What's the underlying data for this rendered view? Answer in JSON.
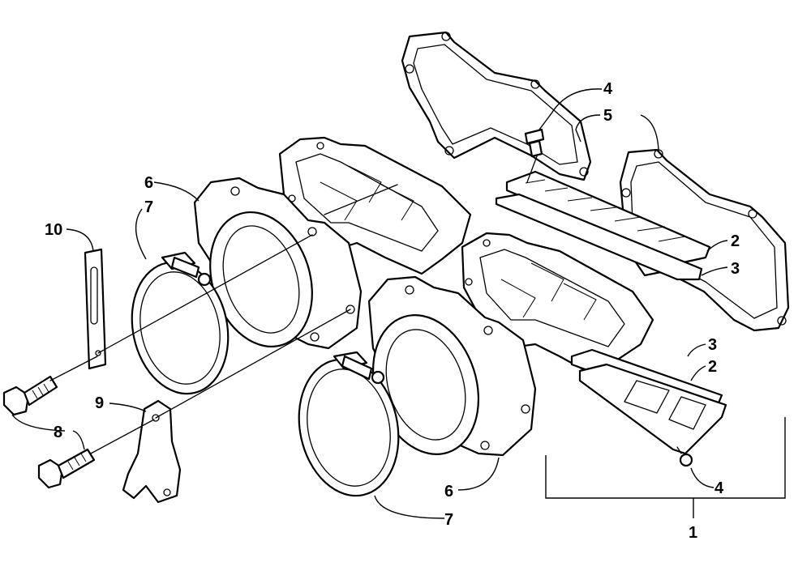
{
  "diagram": {
    "callouts": [
      {
        "id": "c1",
        "label": "1"
      },
      {
        "id": "c2a",
        "label": "2"
      },
      {
        "id": "c2b",
        "label": "2"
      },
      {
        "id": "c3a",
        "label": "3"
      },
      {
        "id": "c3b",
        "label": "3"
      },
      {
        "id": "c4a",
        "label": "4"
      },
      {
        "id": "c4b",
        "label": "4"
      },
      {
        "id": "c5",
        "label": "5"
      },
      {
        "id": "c6a",
        "label": "6"
      },
      {
        "id": "c6b",
        "label": "6"
      },
      {
        "id": "c7a",
        "label": "7"
      },
      {
        "id": "c7b",
        "label": "7"
      },
      {
        "id": "c8",
        "label": "8"
      },
      {
        "id": "c9",
        "label": "9"
      },
      {
        "id": "c10",
        "label": "10"
      }
    ]
  }
}
